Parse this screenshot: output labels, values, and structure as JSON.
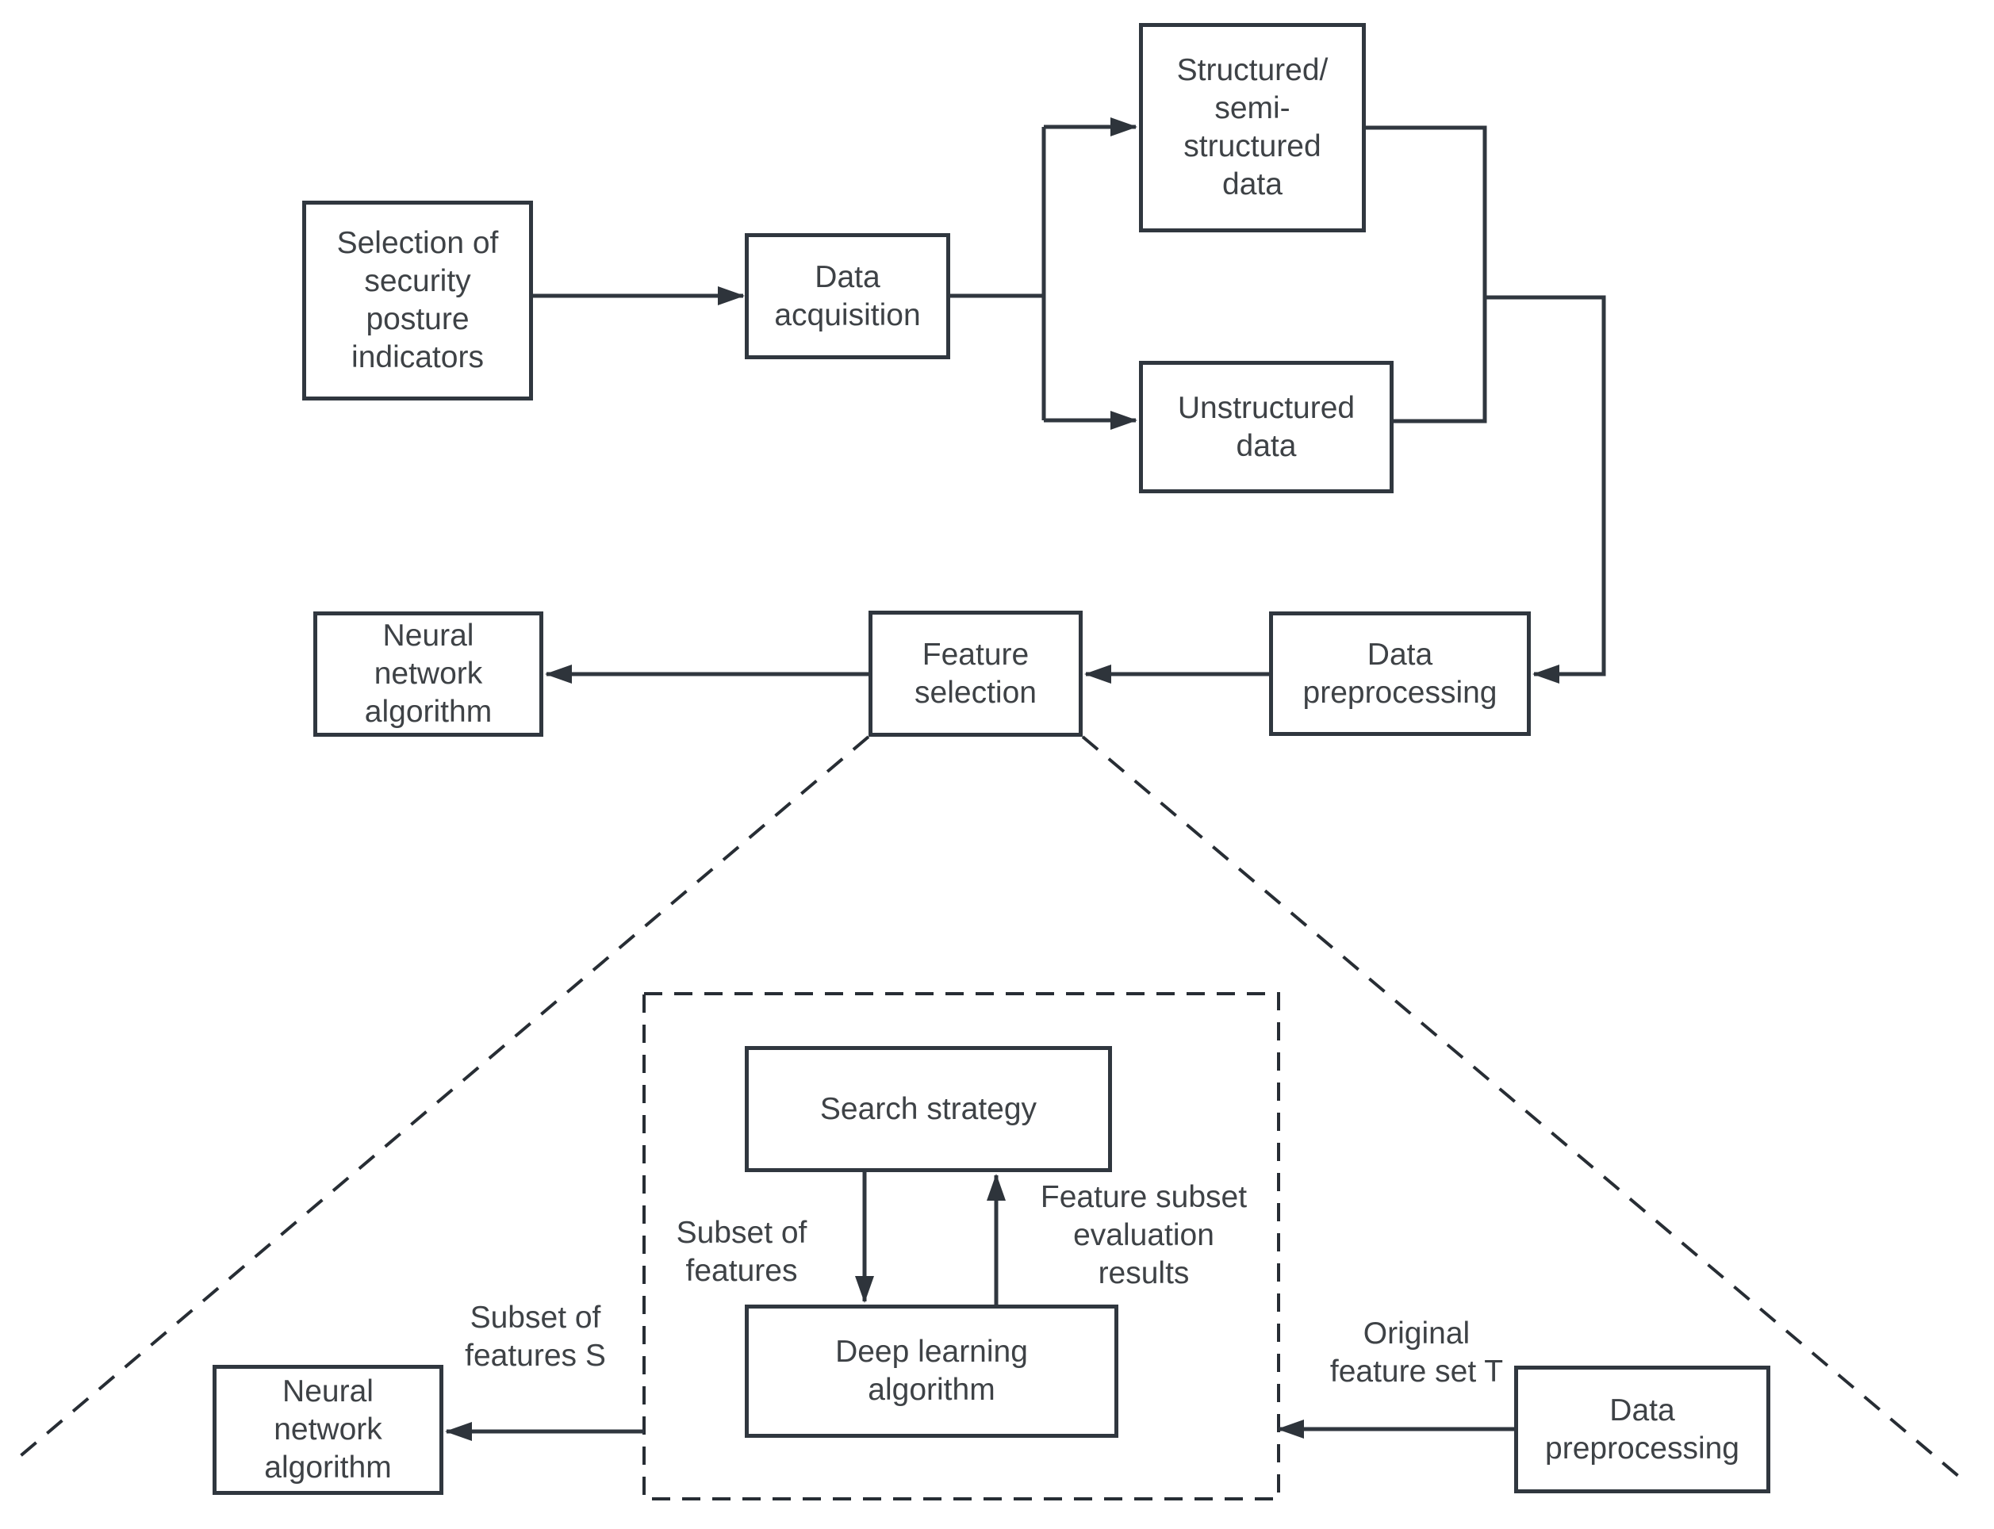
{
  "colors": {
    "background": "#ffffff",
    "line": "#30373f",
    "arrowhead": "#2e343b",
    "text": "#3e4246"
  },
  "main_flow": {
    "selection_indicators": {
      "label": "Selection of\nsecurity\nposture\nindicators"
    },
    "data_acquisition": {
      "label": "Data\nacquisition"
    },
    "structured_data": {
      "label": "Structured/\nsemi-\nstructured\ndata"
    },
    "unstructured_data": {
      "label": "Unstructured\ndata"
    },
    "data_preprocessing": {
      "label": "Data\npreprocessing"
    },
    "feature_selection": {
      "label": "Feature\nselection"
    },
    "neural_network": {
      "label": "Neural\nnetwork\nalgorithm"
    }
  },
  "detail_view": {
    "search_strategy": {
      "label": "Search strategy"
    },
    "deep_learning": {
      "label": "Deep learning\nalgorithm"
    },
    "neural_network": {
      "label": "Neural\nnetwork\nalgorithm"
    },
    "data_preprocessing": {
      "label": "Data\npreprocessing"
    },
    "edge_labels": {
      "subset_of_features": "Subset of\nfeatures",
      "feature_subset_evaluation_results": "Feature subset\nevaluation\nresults",
      "subset_of_features_s": "Subset of\nfeatures S",
      "original_feature_set_t": "Original\nfeature set T"
    }
  }
}
